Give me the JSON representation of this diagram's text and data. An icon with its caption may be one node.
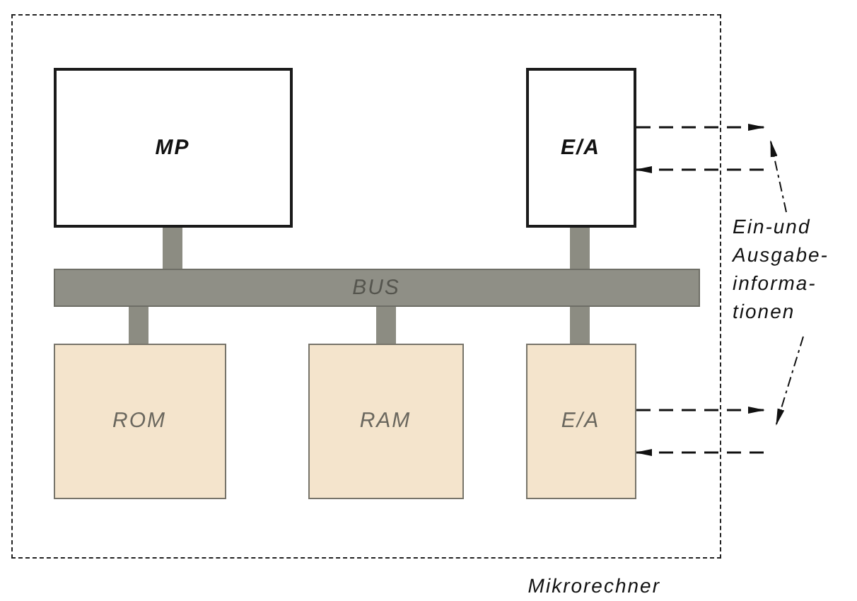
{
  "diagram": {
    "nodes": [
      {
        "text": [
          "Mikrorechner"
        ]
      },
      {
        "text": [
          "MP"
        ],
        "in": 0
      },
      {
        "text": [
          "BUS"
        ],
        "in": 0
      },
      {
        "text": [
          "E/A"
        ],
        "in": 0
      },
      {
        "text": [
          "ROM"
        ],
        "in": 0
      },
      {
        "text": [
          "RAM"
        ],
        "in": 0
      },
      {
        "text": [
          "E/A"
        ],
        "in": 0
      },
      {
        "text": [
          "Ein-und Ausgabe- informa- tionen"
        ]
      }
    ],
    "edges": [
      {
        "from": 1,
        "to": 2,
        "arrow": "none",
        "style": "thick",
        "color": "#8c8c82"
      },
      {
        "from": 3,
        "to": 2,
        "arrow": "none",
        "style": "thick",
        "color": "#8c8c82"
      },
      {
        "from": 2,
        "to": 4,
        "arrow": "none",
        "style": "thick",
        "color": "#8c8c82"
      },
      {
        "from": 2,
        "to": 5,
        "arrow": "none",
        "style": "thick",
        "color": "#8c8c82"
      },
      {
        "from": 2,
        "to": 6,
        "arrow": "none",
        "style": "thick",
        "color": "#8c8c82"
      },
      {
        "from": 3,
        "to": null,
        "arrow": "to",
        "style": "dashed"
      },
      {
        "from": null,
        "to": 3,
        "arrow": "to",
        "style": "dashed"
      },
      {
        "from": 6,
        "to": null,
        "arrow": "to",
        "style": "dashed"
      },
      {
        "from": null,
        "to": 6,
        "arrow": "to",
        "style": "dashed"
      },
      {
        "from": 7,
        "to": null,
        "arrow": "to",
        "style": "dashed"
      },
      {
        "from": 7,
        "to": null,
        "arrow": "to",
        "style": "dashed"
      }
    ]
  }
}
